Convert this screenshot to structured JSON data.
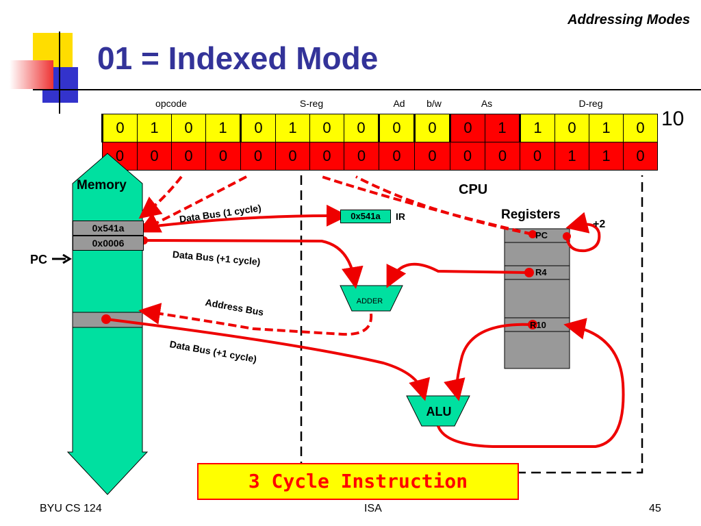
{
  "header": {
    "section": "Addressing Modes",
    "title": "01 = Indexed Mode"
  },
  "fields": [
    {
      "label": "opcode",
      "id": "opcode"
    },
    {
      "label": "S-reg",
      "id": "sreg"
    },
    {
      "label": "Ad",
      "id": "ad"
    },
    {
      "label": "b/w",
      "id": "bw"
    },
    {
      "label": "As",
      "id": "as"
    },
    {
      "label": "D-reg",
      "id": "dreg"
    }
  ],
  "instruction_bits": [
    "0",
    "1",
    "0",
    "1",
    "0",
    "1",
    "0",
    "0",
    "0",
    "0",
    "0",
    "1",
    "1",
    "0",
    "1",
    "0"
  ],
  "index_bits": [
    "0",
    "0",
    "0",
    "0",
    "0",
    "0",
    "0",
    "0",
    "0",
    "0",
    "0",
    "0",
    "0",
    "1",
    "1",
    "0"
  ],
  "suffix_text": "10",
  "memory": {
    "label": "Memory",
    "cells": [
      "0x541a",
      "0x0006"
    ],
    "pc_pointer": "PC"
  },
  "cpu": {
    "label": "CPU",
    "registers_label": "Registers",
    "increment": "+2",
    "registers": [
      "PC",
      "R4",
      "R10"
    ]
  },
  "ir": {
    "value": "0x541a",
    "label": "IR"
  },
  "adder_label": "ADDER",
  "alu_label": "ALU",
  "buses": {
    "data_1": "Data Bus (1 cycle)",
    "data_2": "Data Bus (+1 cycle)",
    "address": "Address Bus",
    "data_3": "Data Bus (+1 cycle)"
  },
  "banner": "3 Cycle Instruction",
  "footer": {
    "left": "BYU CS 124",
    "center": "ISA",
    "right": "45"
  },
  "colors": {
    "title": "#333399",
    "memory": "#00e0a0",
    "register": "#999999",
    "bit_yellow": "#ffff00",
    "bit_red": "#ff0000",
    "wire": "#ee0000"
  }
}
